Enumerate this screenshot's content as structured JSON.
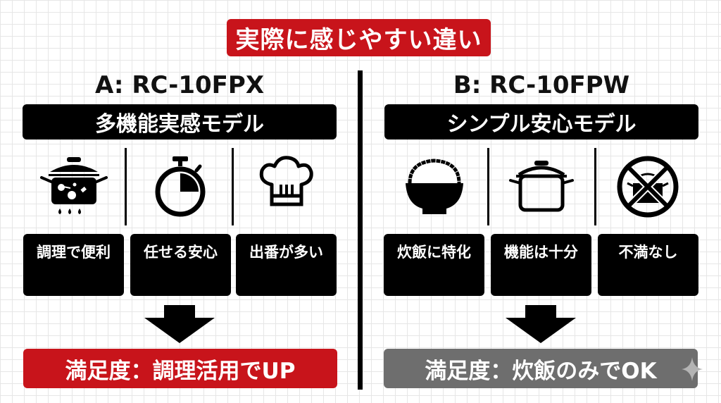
{
  "title": "実際に感じやすい違い",
  "colors": {
    "accent_red": "#c8141b",
    "gray": "#6e6e6e",
    "black": "#000000",
    "grid": "#e6e6e6"
  },
  "left": {
    "heading": "A: RC-10FPX",
    "banner": "多機能実感モデル",
    "icons": [
      "cooking-pot-icon",
      "stopwatch-icon",
      "chef-hat-icon"
    ],
    "features": [
      "調理で便利",
      "任せる安心",
      "出番が多い"
    ],
    "result": "満足度：調理活用でUP"
  },
  "right": {
    "heading": "B: RC-10FPW",
    "banner": "シンプル安心モデル",
    "icons": [
      "rice-bowl-icon",
      "pot-icon",
      "no-pot-icon"
    ],
    "features": [
      "炊飯に特化",
      "機能は十分",
      "不満なし"
    ],
    "result": "満足度：炊飯のみでOK"
  }
}
